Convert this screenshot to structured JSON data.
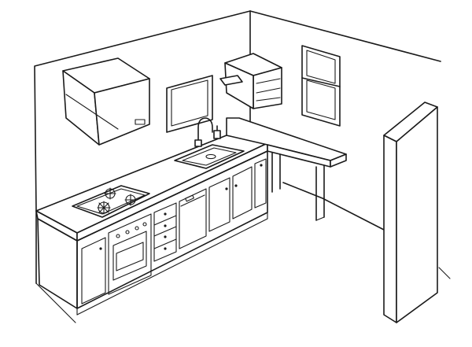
{
  "scene": {
    "subject": "line-drawing",
    "colors": {
      "ink": "#1a1a1a",
      "paper": "#ffffff"
    },
    "objects": [
      "back-wall",
      "range-hood",
      "window-left",
      "window-right",
      "corner-shelf",
      "countertop",
      "sink",
      "faucet",
      "gas-stove",
      "oven",
      "drawer-unit",
      "dishwasher",
      "base-cabinets",
      "bar-table",
      "partition-wall"
    ]
  }
}
